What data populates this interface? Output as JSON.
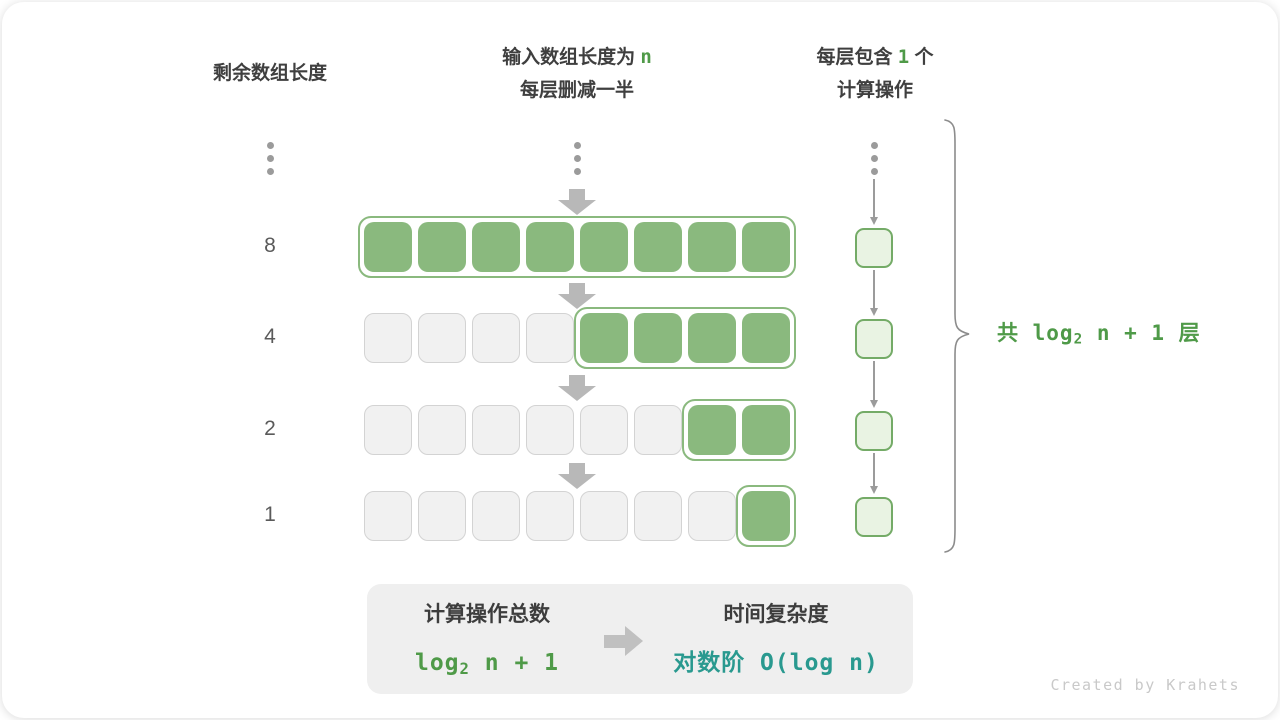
{
  "header": {
    "left_label": "剩余数组长度",
    "center": {
      "line1_prefix": "输入数组长度为 ",
      "line1_var": "n",
      "line2": "每层删减一半"
    },
    "right": {
      "line1_prefix": "每层包含 ",
      "line1_count": "1",
      "line1_suffix": " 个",
      "line2": "计算操作"
    }
  },
  "diagram": {
    "total_cells_per_row": 8,
    "rows": [
      {
        "label": "8",
        "gray_count": 0,
        "green_count": 8
      },
      {
        "label": "4",
        "gray_count": 4,
        "green_count": 4
      },
      {
        "label": "2",
        "gray_count": 6,
        "green_count": 2
      },
      {
        "label": "1",
        "gray_count": 7,
        "green_count": 1
      }
    ],
    "brace_label": {
      "prefix": "共 log",
      "subscript": "2",
      "suffix": " n + 1 层"
    }
  },
  "summary": {
    "operations_title": "计算操作总数",
    "operations_formula": {
      "prefix": "log",
      "subscript": "2",
      "suffix": " n + 1"
    },
    "complexity_title": "时间复杂度",
    "complexity_value": "对数阶 O(log n)"
  },
  "watermark": "Created by Krahets",
  "colors": {
    "green_fill": "#8ab97e",
    "green_border": "#74ab67",
    "light_green_fill": "#e9f3e3",
    "gray_cell_fill": "#f1f1f1",
    "gray_cell_border": "#d3d3d3",
    "thick_arrow_gray": "#b8b8b8",
    "thin_line_gray": "#9b9b9b",
    "text_dark": "#3d3d3d",
    "text_green": "#4f9a48",
    "text_teal": "#29998f",
    "summary_bg": "#efefef",
    "watermark_gray": "#c9c9c9"
  }
}
